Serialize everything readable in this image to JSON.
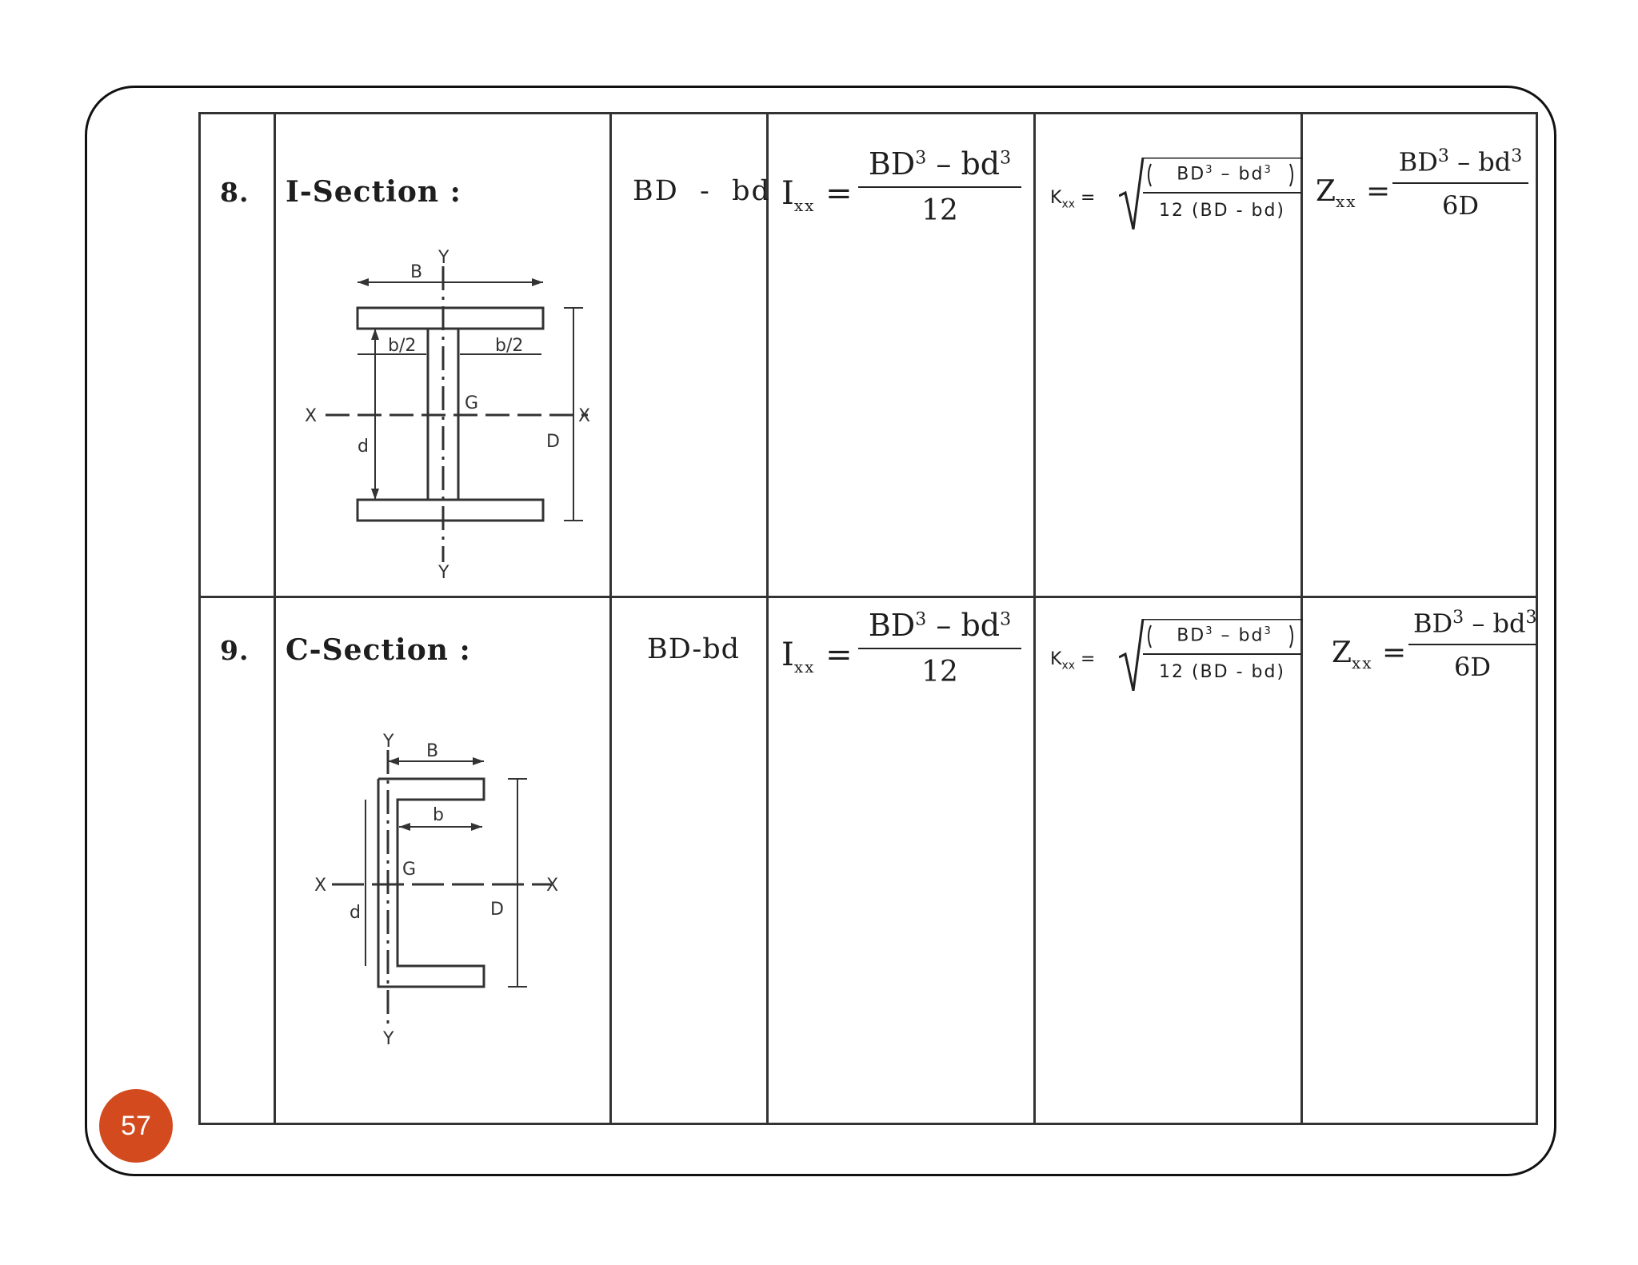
{
  "page_number": "57",
  "rows": [
    {
      "number": "8.",
      "title": "I-Section :",
      "area": "BD  -  bd",
      "ixx": {
        "symbol": "I",
        "sub": "xx",
        "num_a": "BD",
        "num_b": "bd",
        "exp": "3",
        "den": "12"
      },
      "kxx": {
        "symbol": "K",
        "sub": "xx",
        "num_a": "BD",
        "num_b": "bd",
        "exp": "3",
        "den": "12 (BD - bd)"
      },
      "zxx": {
        "symbol": "Z",
        "sub": "xx",
        "num_a": "BD",
        "num_b": "bd",
        "exp": "3",
        "den": "6D"
      },
      "diagram_labels": {
        "b_flange": "B",
        "y_top": "Y",
        "y_bottom": "Y",
        "x_left": "X",
        "x_right": "X",
        "g": "G",
        "d": "d",
        "depth": "D",
        "b_left": "b/2",
        "b_right": "b/2"
      }
    },
    {
      "number": "9.",
      "title": "C-Section :",
      "area": "BD-bd",
      "ixx": {
        "symbol": "I",
        "sub": "xx",
        "num_a": "BD",
        "num_b": "bd",
        "exp": "3",
        "den": "12"
      },
      "kxx": {
        "symbol": "K",
        "sub": "xx",
        "num_a": "BD",
        "num_b": "bd",
        "exp": "3",
        "den": "12 (BD - bd)"
      },
      "zxx": {
        "symbol": "Z",
        "sub": "xx",
        "num_a": "BD",
        "num_b": "bd",
        "exp": "3",
        "den": "6D"
      },
      "diagram_labels": {
        "b_flange": "B",
        "b_inner": "b",
        "y_top": "Y",
        "y_bottom": "Y",
        "x_left": "X",
        "x_right": "X",
        "g": "G",
        "d": "d",
        "depth": "D"
      }
    }
  ]
}
